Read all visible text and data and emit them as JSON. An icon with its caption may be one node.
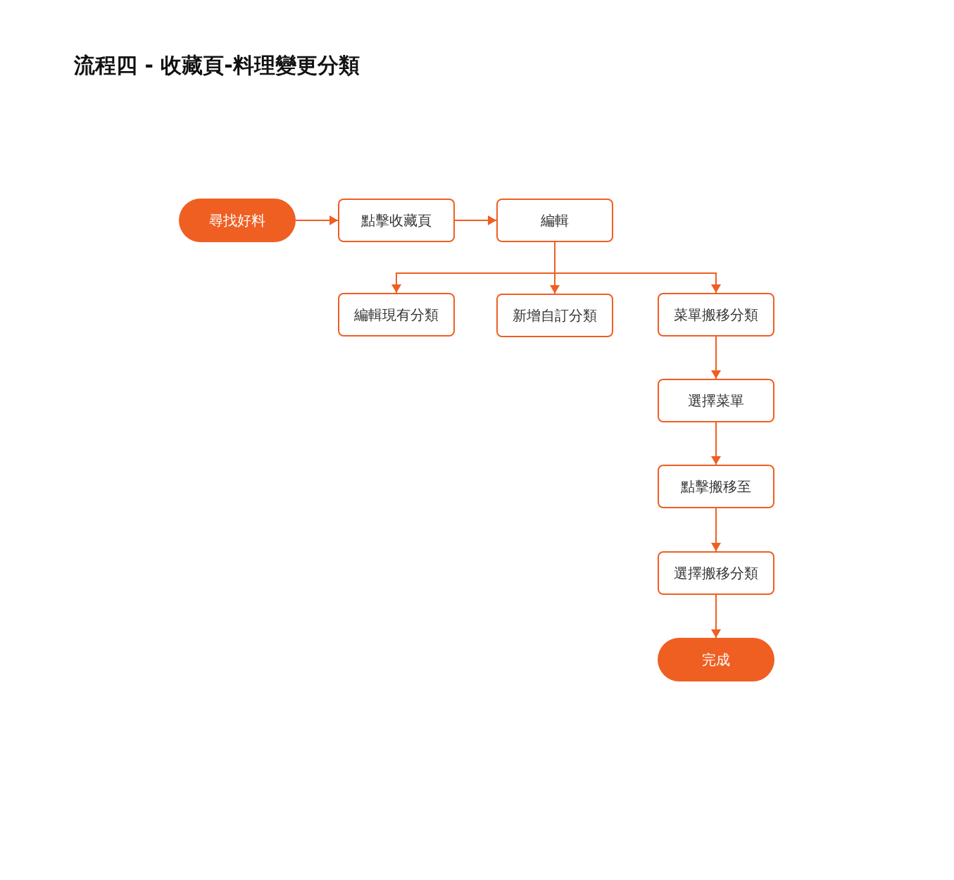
{
  "diagram": {
    "title": "流程四 - 收藏頁-料理變更分類",
    "nodes": [
      {
        "text": [
          "尋找好料"
        ]
      },
      {
        "text": [
          "點擊收藏頁"
        ]
      },
      {
        "text": [
          "編輯"
        ]
      },
      {
        "text": [
          "編輯現有分類"
        ]
      },
      {
        "text": [
          "新增自訂分類"
        ]
      },
      {
        "text": [
          "菜單搬移分類"
        ]
      },
      {
        "text": [
          "選擇菜單"
        ]
      },
      {
        "text": [
          "點擊搬移至"
        ]
      },
      {
        "text": [
          "選擇搬移分類"
        ]
      },
      {
        "text": [
          "完成"
        ]
      }
    ],
    "edges": [
      {
        "from": 0,
        "to": 1,
        "arrow": "to"
      },
      {
        "from": 1,
        "to": 2,
        "arrow": "to"
      },
      {
        "from": 2,
        "to": 3,
        "arrow": "to"
      },
      {
        "from": 2,
        "to": 4,
        "arrow": "to"
      },
      {
        "from": 2,
        "to": 5,
        "arrow": "to"
      },
      {
        "from": 5,
        "to": 6,
        "arrow": "to"
      },
      {
        "from": 6,
        "to": 7,
        "arrow": "to"
      },
      {
        "from": 7,
        "to": 8,
        "arrow": "to"
      },
      {
        "from": 8,
        "to": 9,
        "arrow": "to"
      }
    ]
  }
}
